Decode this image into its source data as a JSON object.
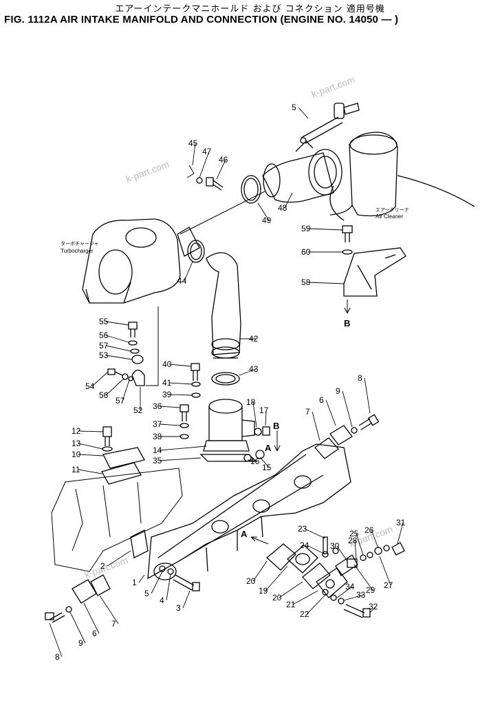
{
  "header": {
    "japanese_title": "エアーインテークマニホールド および コネクション 適用号機",
    "english_title": "FIG. 1112A  AIR INTAKE MANIFOLD AND CONNECTION (ENGINE NO. 14050 — )"
  },
  "captions": {
    "turbocharger_jp": "ターボチャージャ",
    "turbocharger_en": "Turbocharger",
    "air_cleaner_jp": "エアークリーナ",
    "air_cleaner_en": "Air Cleaner"
  },
  "watermark": "k-part.com",
  "ref_marks": {
    "a": "A",
    "b": "B"
  },
  "callouts": [
    {
      "n": "5"
    },
    {
      "n": "45"
    },
    {
      "n": "47"
    },
    {
      "n": "46"
    },
    {
      "n": "48"
    },
    {
      "n": "49"
    },
    {
      "n": "44"
    },
    {
      "n": "59"
    },
    {
      "n": "60"
    },
    {
      "n": "58"
    },
    {
      "n": "42"
    },
    {
      "n": "55"
    },
    {
      "n": "56"
    },
    {
      "n": "57"
    },
    {
      "n": "53"
    },
    {
      "n": "54"
    },
    {
      "n": "56"
    },
    {
      "n": "57"
    },
    {
      "n": "52"
    },
    {
      "n": "40"
    },
    {
      "n": "41"
    },
    {
      "n": "39"
    },
    {
      "n": "43"
    },
    {
      "n": "36"
    },
    {
      "n": "37"
    },
    {
      "n": "38"
    },
    {
      "n": "14"
    },
    {
      "n": "35"
    },
    {
      "n": "18"
    },
    {
      "n": "17"
    },
    {
      "n": "16"
    },
    {
      "n": "15"
    },
    {
      "n": "7"
    },
    {
      "n": "6"
    },
    {
      "n": "9"
    },
    {
      "n": "8"
    },
    {
      "n": "12"
    },
    {
      "n": "13"
    },
    {
      "n": "10"
    },
    {
      "n": "11"
    },
    {
      "n": "2"
    },
    {
      "n": "1"
    },
    {
      "n": "5"
    },
    {
      "n": "4"
    },
    {
      "n": "3"
    },
    {
      "n": "8"
    },
    {
      "n": "9"
    },
    {
      "n": "6"
    },
    {
      "n": "7"
    },
    {
      "n": "23"
    },
    {
      "n": "24"
    },
    {
      "n": "20"
    },
    {
      "n": "19"
    },
    {
      "n": "20"
    },
    {
      "n": "21"
    },
    {
      "n": "22"
    },
    {
      "n": "31"
    },
    {
      "n": "25"
    },
    {
      "n": "26"
    },
    {
      "n": "28"
    },
    {
      "n": "30"
    },
    {
      "n": "27"
    },
    {
      "n": "29"
    },
    {
      "n": "34"
    },
    {
      "n": "33"
    },
    {
      "n": "32"
    }
  ]
}
